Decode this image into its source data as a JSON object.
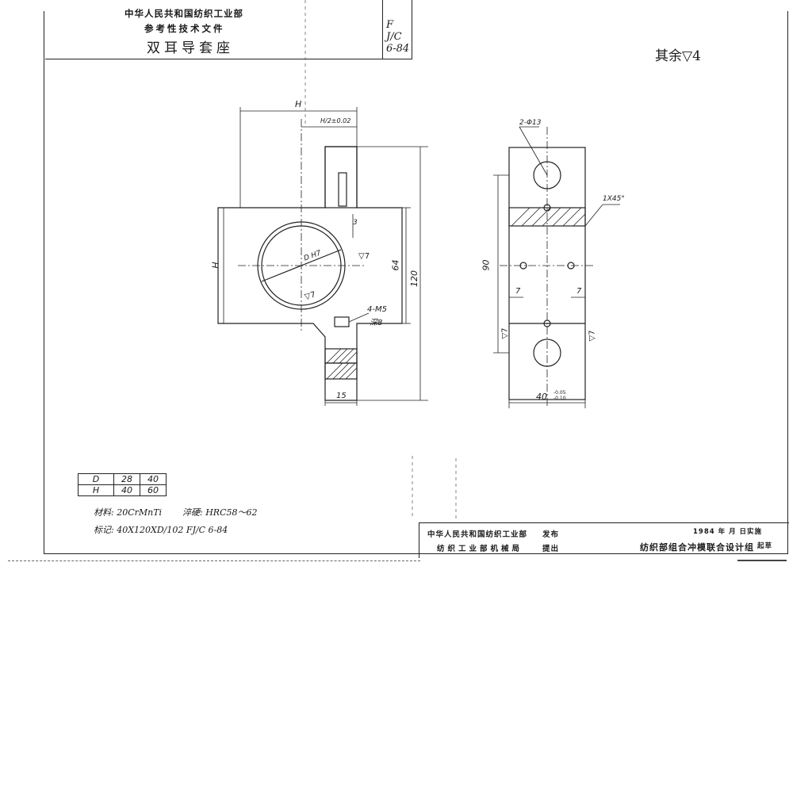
{
  "header": {
    "ministry": "中华人民共和国纺织工业部",
    "doc_type": "参考性技术文件",
    "part_name": "双耳导套座",
    "doc_code": "F J/C 6-84"
  },
  "surface_note": "其余▽4",
  "dimensions": {
    "H_top": "H",
    "H_half": "H/2±0.02",
    "H_left": "H",
    "D_bore": "D H7",
    "dim_3": "3",
    "dim_64": "64",
    "dim_120": "120",
    "dim_15": "15",
    "dim_90": "90",
    "dim_7_left": "7",
    "dim_7_right": "7",
    "hole_2": "2-Φ13",
    "chamfer": "1X45°",
    "tap": "4-M5",
    "tap_depth": "深8",
    "width_40": "40",
    "width_tol": "-0.05\n-0.10",
    "rough_7": "▽7"
  },
  "table": {
    "rows": [
      [
        "D",
        "28",
        "40"
      ],
      [
        "H",
        "40",
        "60"
      ]
    ]
  },
  "notes": {
    "material": "材料: 20CrMnTi",
    "hardness": "淬硬: HRC58～62",
    "marking": "标记: 40X120XD/102   FJ/C 6-84"
  },
  "title_block": {
    "issuer": "中华人民共和国纺织工业部",
    "issue": "发布",
    "proposer": "纺织工业部机械局",
    "propose": "提出",
    "date": "1984 年  月  日实施",
    "drafter": "纺织部组合冲模联合设计组",
    "draft": "起草"
  }
}
